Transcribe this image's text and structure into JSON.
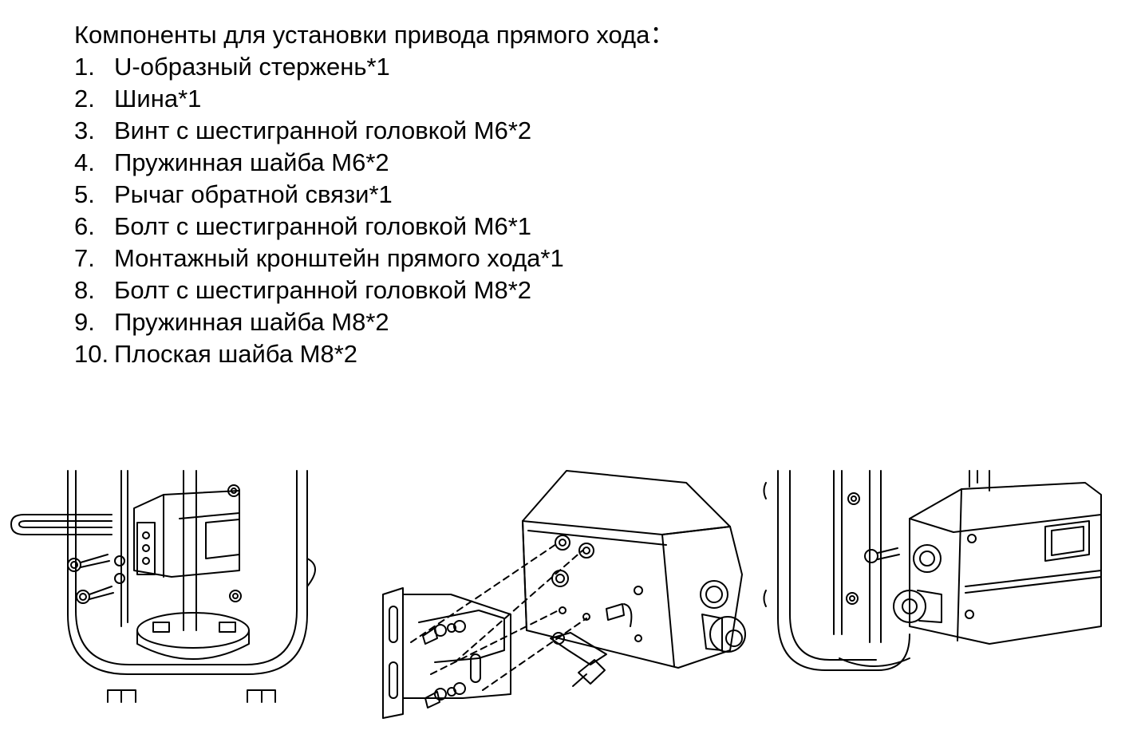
{
  "title": "Компоненты для установки привода прямого хода：",
  "items": [
    {
      "num": "1.",
      "text": "U-образный стержень*1"
    },
    {
      "num": "2.",
      "text": "Шина*1"
    },
    {
      "num": "3.",
      "text": "Винт с шестигранной головкой M6*2"
    },
    {
      "num": "4.",
      "text": "Пружинная шайба M6*2"
    },
    {
      "num": "5.",
      "text": "Рычаг обратной связи*1"
    },
    {
      "num": "6.",
      "text": "Болт с шестигранной головкой M6*1"
    },
    {
      "num": "7.",
      "text": "Монтажный кронштейн прямого хода*1"
    },
    {
      "num": "8.",
      "text": "Болт с шестигранной головкой M8*2"
    },
    {
      "num": "9.",
      "text": "Пружинная шайба M8*2"
    },
    {
      "num": "10.",
      "text": "Плоская шайба M8*2"
    }
  ],
  "colors": {
    "ink": "#000000",
    "background": "#ffffff"
  }
}
